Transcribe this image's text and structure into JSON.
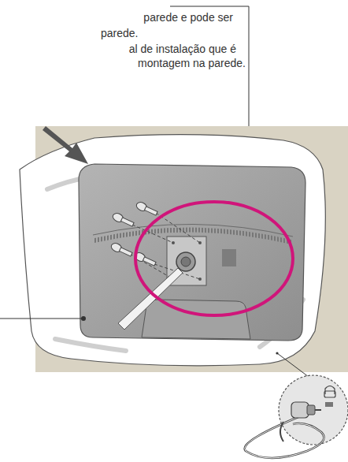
{
  "diagram": {
    "labels": [
      "parede e pode ser",
      "parede.",
      "al de instalação que é",
      "montagem na parede."
    ]
  }
}
